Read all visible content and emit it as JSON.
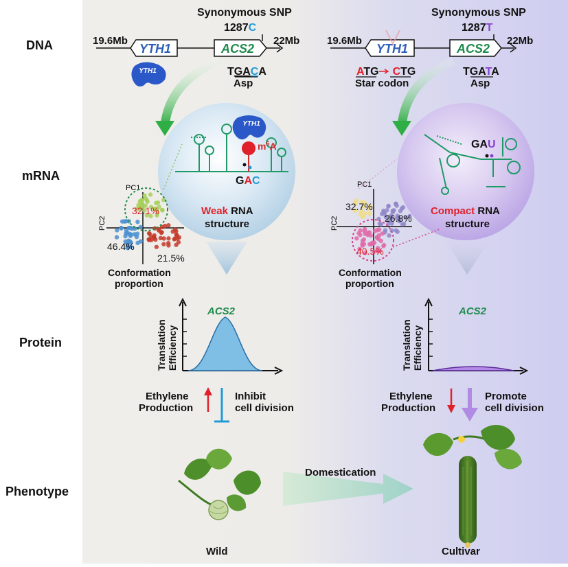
{
  "rows": {
    "dna": "DNA",
    "mrna": "mRNA",
    "protein": "Protein",
    "phenotype": "Phenotype"
  },
  "wild": {
    "snp_title": "Synonymous SNP",
    "snp_pos": "1287",
    "snp_base": "C",
    "left_coord": "19.6Mb",
    "right_coord": "22Mb",
    "gene1": "YTH1",
    "gene2": "ACS2",
    "reader": "YTH1",
    "codon": [
      "T",
      "G",
      "A",
      "C",
      "A"
    ],
    "aa": "Asp",
    "mod_base": "m",
    "mod_sup": "6",
    "mod_letter": "A",
    "rna_seq": [
      "G",
      "A",
      "C"
    ],
    "structure_word": "Weak",
    "structure_rest1": " RNA",
    "structure_rest2": "structure",
    "pca": {
      "pc1": "PC1",
      "pc2": "PC2",
      "p1": "32.1%",
      "p2": "46.4%",
      "p3": "21.5%"
    },
    "conformation": [
      "Conformation",
      "proportion"
    ],
    "protein_gene": "ACS2",
    "axis_label": [
      "Translation",
      "Efficiency"
    ],
    "ethylene": [
      "Ethylene",
      "Production"
    ],
    "effect": [
      "Inhibit",
      "cell division"
    ],
    "phenotype": "Wild"
  },
  "cultivar": {
    "snp_title": "Synonymous SNP",
    "snp_pos": "1287",
    "snp_base": "T",
    "left_coord": "19.6Mb",
    "right_coord": "22Mb",
    "gene1": "YTH1",
    "gene2": "ACS2",
    "codon_yth": [
      "A",
      "TG",
      "C",
      "TG"
    ],
    "start_codon": "Star codon",
    "codon": [
      "T",
      "G",
      "A",
      "T",
      "A"
    ],
    "aa": "Asp",
    "rna_seq": [
      "G",
      "A",
      "U"
    ],
    "structure_word": "Compact",
    "structure_rest1": " RNA",
    "structure_rest2": "structure",
    "pca": {
      "pc1": "PC1",
      "pc2": "PC2",
      "p1": "32.7%",
      "p2": "26.8%",
      "p3": "40.5%"
    },
    "conformation": [
      "Conformation",
      "proportion"
    ],
    "protein_gene": "ACS2",
    "axis_label": [
      "Translation",
      "Efficiency"
    ],
    "ethylene": [
      "Ethylene",
      "Production"
    ],
    "effect": [
      "Promote",
      "cell division"
    ],
    "phenotype": "Cultivar"
  },
  "domestication": "Domestication",
  "colors": {
    "red": "#e0202a",
    "blue": "#1f9ad6",
    "green": "#1f8a4c",
    "purple": "#8a3fd0",
    "accent_green": "#2a9a55"
  }
}
